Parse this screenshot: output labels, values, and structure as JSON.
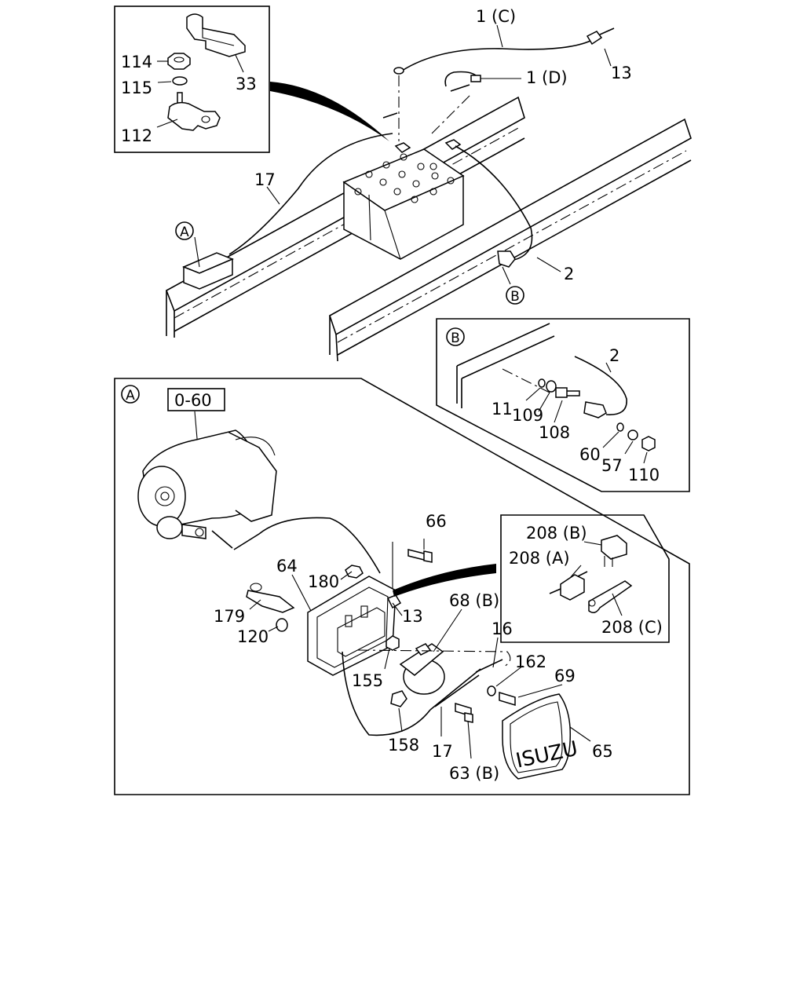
{
  "labels": {
    "p1c": "1 (C)",
    "p1d": "1 (D)",
    "p13a": "13",
    "p114": "114",
    "p115": "115",
    "p33": "33",
    "p112": "112",
    "p17a": "17",
    "p2a": "2",
    "pA": "A",
    "pB": "B",
    "insetB": "B",
    "p2b": "2",
    "p11": "11",
    "p109": "109",
    "p108": "108",
    "p60": "60",
    "p57": "57",
    "p110": "110",
    "insetA": "A",
    "p060": "0-60",
    "p66": "66",
    "p64": "64",
    "p180": "180",
    "p179": "179",
    "p120": "120",
    "p13b": "13",
    "p68b": "68 (B)",
    "p16": "16",
    "p162": "162",
    "p69": "69",
    "p155": "155",
    "p158": "158",
    "p17b": "17",
    "p63b": "63 (B)",
    "p65": "65",
    "p208b": "208 (B)",
    "p208a": "208 (A)",
    "p208c": "208 (C)",
    "brand": "ISUZU"
  }
}
